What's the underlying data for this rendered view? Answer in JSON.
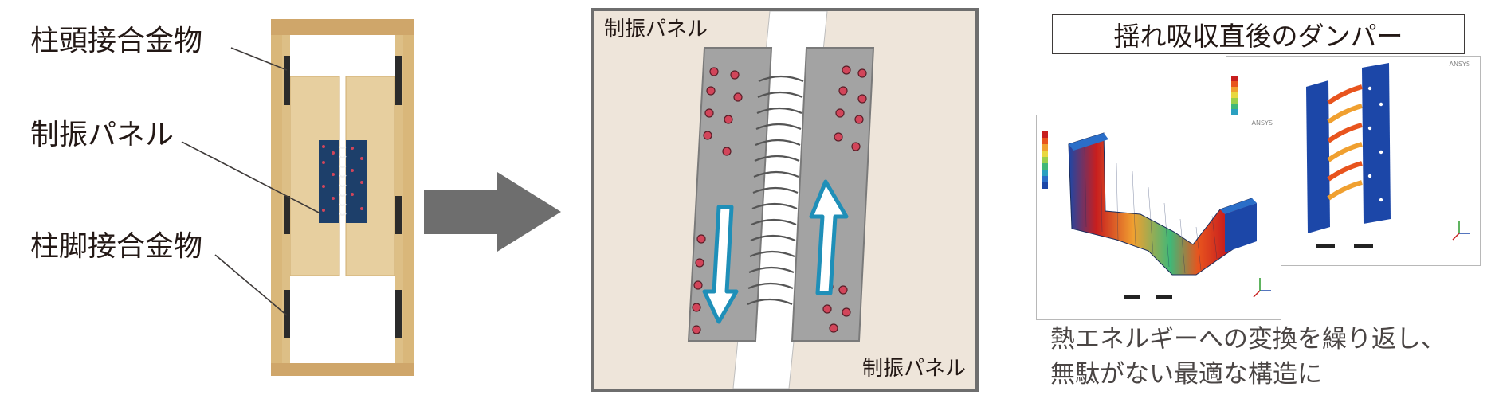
{
  "left_photo": {
    "callouts": {
      "column_head": "柱頭接合金物",
      "damper_panel": "制振パネル",
      "column_base": "柱脚接合金物"
    }
  },
  "center_detail": {
    "label_top": "制振パネル",
    "label_bottom": "制振パネル"
  },
  "right_panel": {
    "title": "揺れ吸収直後のダンパー",
    "caption_line1": "熱エネルギーへの変換を繰り返し、",
    "caption_line2": "無駄がない最適な構造に",
    "sim_logo": "ANSYS"
  },
  "colors": {
    "wood": "#e4c795",
    "frame_wood": "#d9b77a",
    "arrow_gray": "#6e6e6e",
    "panel_gray": "#a3a3a3",
    "detail_bg": "#eee5da",
    "motion_arrow": "#1f8fb8",
    "bolt_red": "#d2455a",
    "fem_blue": "#1c47a8"
  }
}
